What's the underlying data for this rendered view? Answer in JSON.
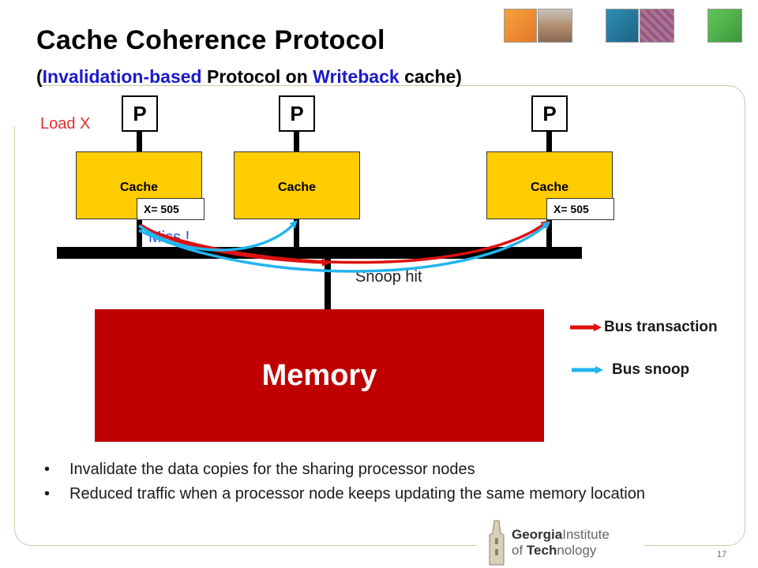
{
  "slide": {
    "title": "Cache Coherence Protocol",
    "subtitle": {
      "open": "(",
      "part1": "Invalidation-based",
      "part2": " Protocol on ",
      "part3": "Writeback",
      "part4": " cache)"
    },
    "page_number": "17"
  },
  "diagram": {
    "processor_label": "P",
    "cache_label": "Cache",
    "cache_value_left": "X= 505",
    "cache_value_right": "X= 505",
    "load_label": "Load X",
    "miss_label": "Miss !",
    "snoop_label": "Snoop hit",
    "memory_label": "Memory",
    "colors": {
      "cache": "#ffcc00",
      "memory": "#c00000",
      "bus_transaction": "#dd1111",
      "bus_snoop": "#22b4ee",
      "title_highlight": "#1a1acb"
    }
  },
  "legend": {
    "transaction": "Bus transaction",
    "snoop": "Bus snoop"
  },
  "bullets": [
    "Invalidate the data copies for the sharing processor nodes",
    "Reduced traffic when a processor node keeps updating the same memory location"
  ],
  "logo": {
    "line1a": "Georgia",
    "line1b": "Institute",
    "line2a": "of ",
    "line2b": "Tech",
    "line2c": "nology"
  }
}
